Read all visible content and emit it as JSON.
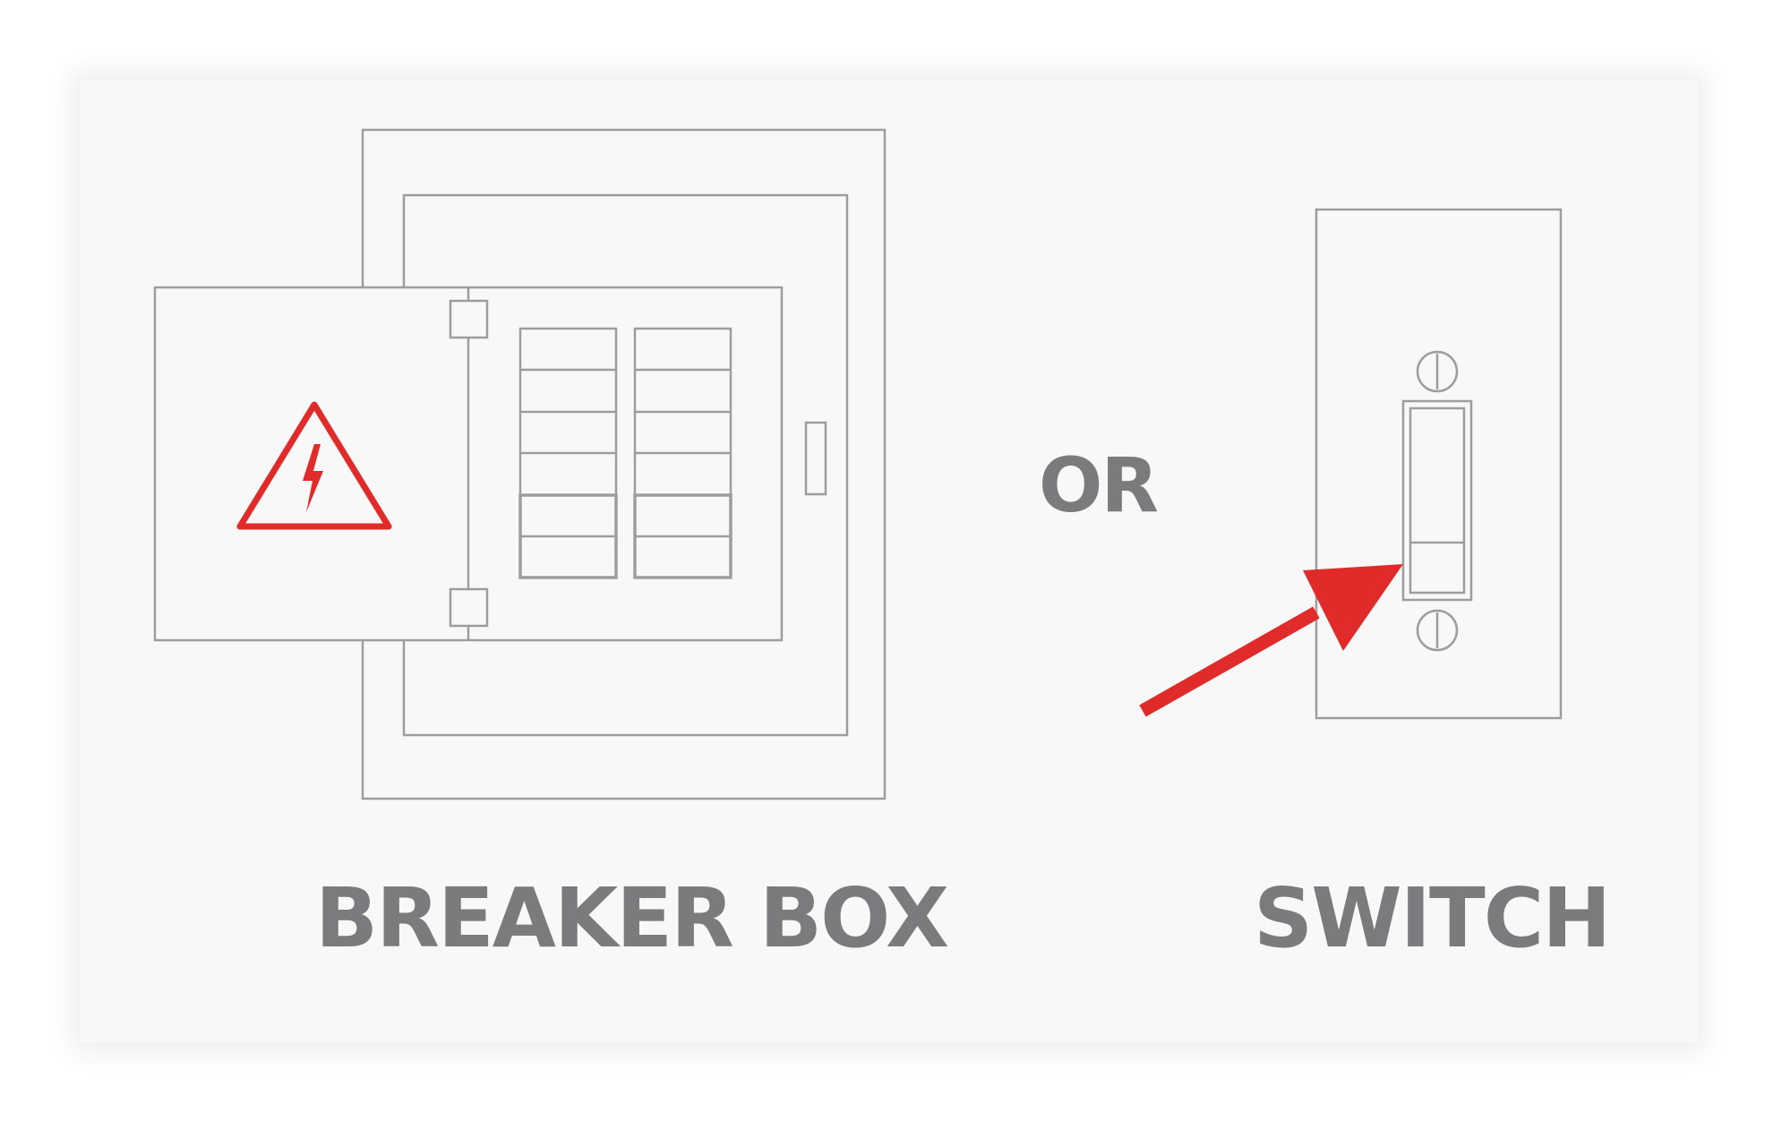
{
  "labels": {
    "breaker_box": "BREAKER BOX",
    "or": "OR",
    "switch": "SWITCH"
  },
  "icons": {
    "hazard": "high-voltage-warning-icon",
    "pointer": "red-arrow-icon"
  },
  "colors": {
    "line": "#9d9d9d",
    "text": "#7b7b7d",
    "accent": "#e12b2b",
    "background": "#f8f8f8"
  }
}
